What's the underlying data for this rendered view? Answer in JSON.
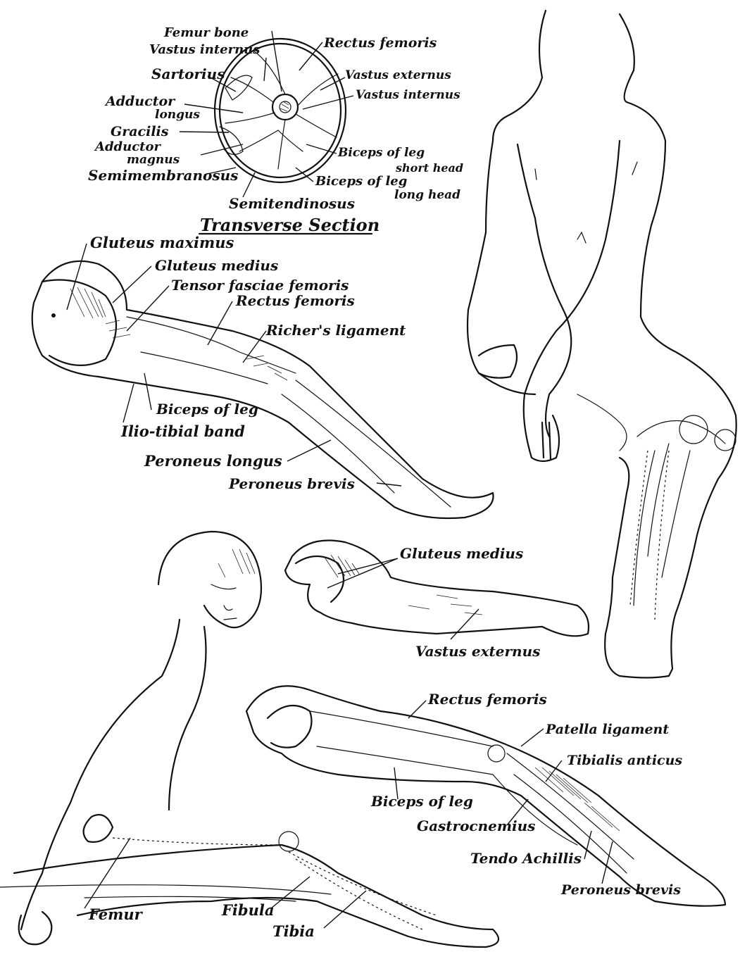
{
  "transverse_section": {
    "title": "Transverse Section",
    "labels": {
      "femur_bone": "Femur bone",
      "vastus_internus_top": "Vastus internus",
      "sartorius": "Sartorius",
      "adductor_longus_1": "Adductor",
      "adductor_longus_2": "longus",
      "gracilis": "Gracilis",
      "adductor_magnus_1": "Adductor",
      "adductor_magnus_2": "magnus",
      "semimembranosus": "Semimembranosus",
      "semitendinosus": "Semitendinosus",
      "rectus_femoris": "Rectus femoris",
      "vastus_externus": "Vastus externus",
      "vastus_internus_right": "Vastus internus",
      "biceps_short_1": "Biceps of leg",
      "biceps_short_2": "short head",
      "biceps_long_1": "Biceps of leg",
      "biceps_long_2": "long head"
    }
  },
  "side_leg": {
    "labels": {
      "gluteus_maximus": "Gluteus maximus",
      "gluteus_medius": "Gluteus medius",
      "tensor": "Tensor fasciae femoris",
      "rectus_femoris": "Rectus femoris",
      "richers": "Richer's ligament",
      "biceps": "Biceps of leg",
      "ilio_tibial": "Ilio-tibial band",
      "peroneus_longus": "Peroneus longus",
      "peroneus_brevis": "Peroneus brevis"
    }
  },
  "small_thigh": {
    "labels": {
      "gluteus_medius": "Gluteus medius",
      "vastus_externus": "Vastus externus"
    }
  },
  "lower_leg": {
    "labels": {
      "rectus_femoris": "Rectus femoris",
      "patella": "Patella ligament",
      "tibialis": "Tibialis anticus",
      "biceps": "Biceps of leg",
      "gastrocnemius": "Gastrocnemius",
      "tendo": "Tendo Achillis",
      "peroneus_brevis": "Peroneus brevis"
    }
  },
  "seated_figure": {
    "labels": {
      "femur": "Femur",
      "fibula": "Fibula",
      "tibia": "Tibia"
    }
  }
}
